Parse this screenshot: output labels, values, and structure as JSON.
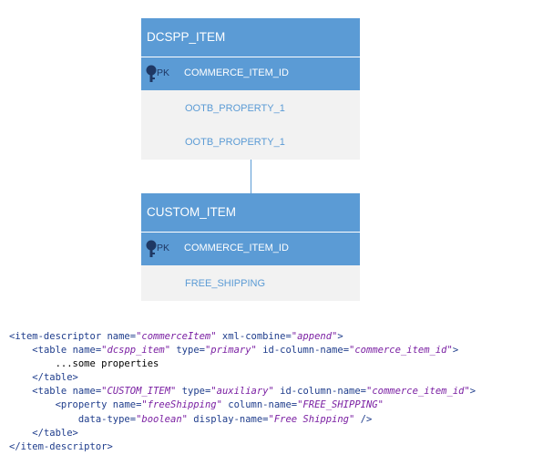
{
  "entities": [
    {
      "name": "DCSPP_ITEM",
      "pk_label": "PK",
      "pk_field": "COMMERCE_ITEM_ID",
      "fields": [
        "OOTB_PROPERTY_1",
        "OOTB_PROPERTY_1"
      ]
    },
    {
      "name": "CUSTOM_ITEM",
      "pk_label": "PK",
      "pk_field": "COMMERCE_ITEM_ID",
      "fields": [
        "FREE_SHIPPING"
      ]
    }
  ],
  "colors": {
    "header": "#5b9bd5",
    "attr_bg": "#f2f2f2",
    "connector": "#5b9bd5",
    "code_tag": "#1f3d8c",
    "code_value": "#7a1fa2"
  },
  "code": {
    "l1": {
      "open": "<item-descriptor ",
      "a1": "name=",
      "v1": "\"commerceItem\"",
      "a2": " xml-combine=",
      "v2": "\"append\"",
      "close": ">"
    },
    "l2": {
      "indent": "    ",
      "open": "<table ",
      "a1": "name=",
      "v1": "\"dcspp_item\"",
      "a2": " type=",
      "v2": "\"primary\"",
      "a3": " id-column-name=",
      "v3": "\"commerce_item_id\"",
      "close": ">"
    },
    "l3": {
      "indent": "        ",
      "text": "...some properties"
    },
    "l4": {
      "indent": "    ",
      "close": "</table>"
    },
    "l5": {
      "indent": "    ",
      "open": "<table ",
      "a1": "name=",
      "v1": "\"CUSTOM_ITEM\"",
      "a2": " type=",
      "v2": "\"auxiliary\"",
      "a3": " id-column-name=",
      "v3": "\"commerce_item_id\"",
      "close": ">"
    },
    "l6": {
      "indent": "        ",
      "open": "<property ",
      "a1": "name=",
      "v1": "\"freeShipping\"",
      "a2": " column-name=",
      "v2": "\"FREE_SHIPPING\""
    },
    "l7": {
      "indent": "            ",
      "a1": "data-type=",
      "v1": "\"boolean\"",
      "a2": " display-name=",
      "v2": "\"Free Shipping\"",
      "close": " />"
    },
    "l8": {
      "indent": "    ",
      "close": "</table>"
    },
    "l9": {
      "close": "</item-descriptor>"
    }
  }
}
